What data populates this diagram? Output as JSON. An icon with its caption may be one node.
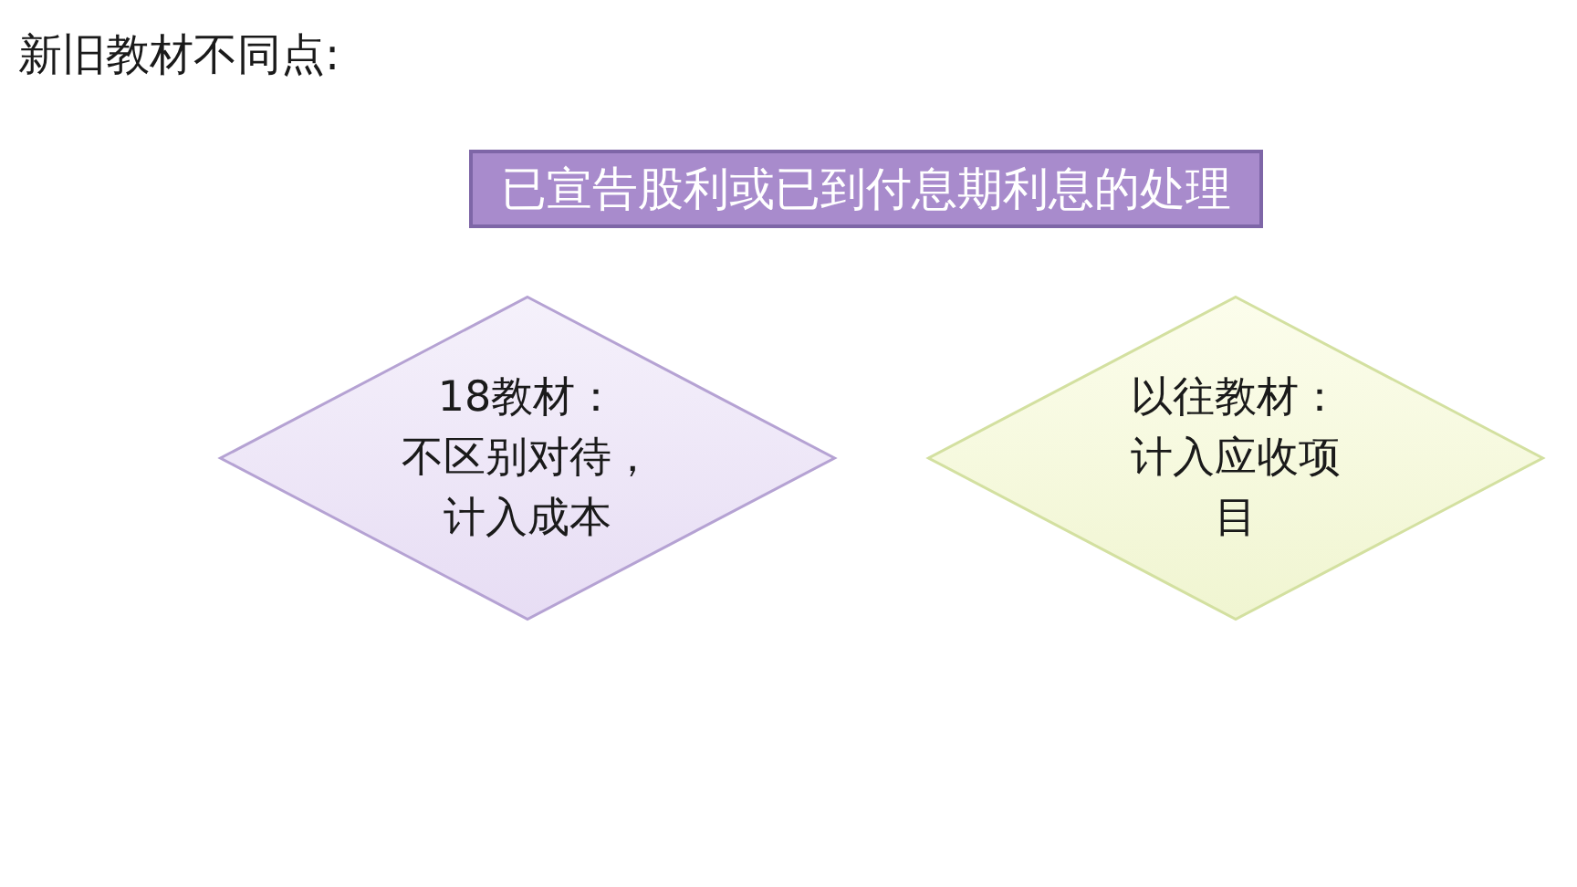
{
  "diagram": {
    "title": "新旧教材不同点:",
    "nodes": [
      {
        "text": [
          "已宣告股利或已到付息期利息的处理"
        ]
      },
      {
        "text": [
          "18教材：不区别对待，计入成本"
        ]
      },
      {
        "text": [
          "以往教材：计入应收项目"
        ]
      }
    ]
  }
}
